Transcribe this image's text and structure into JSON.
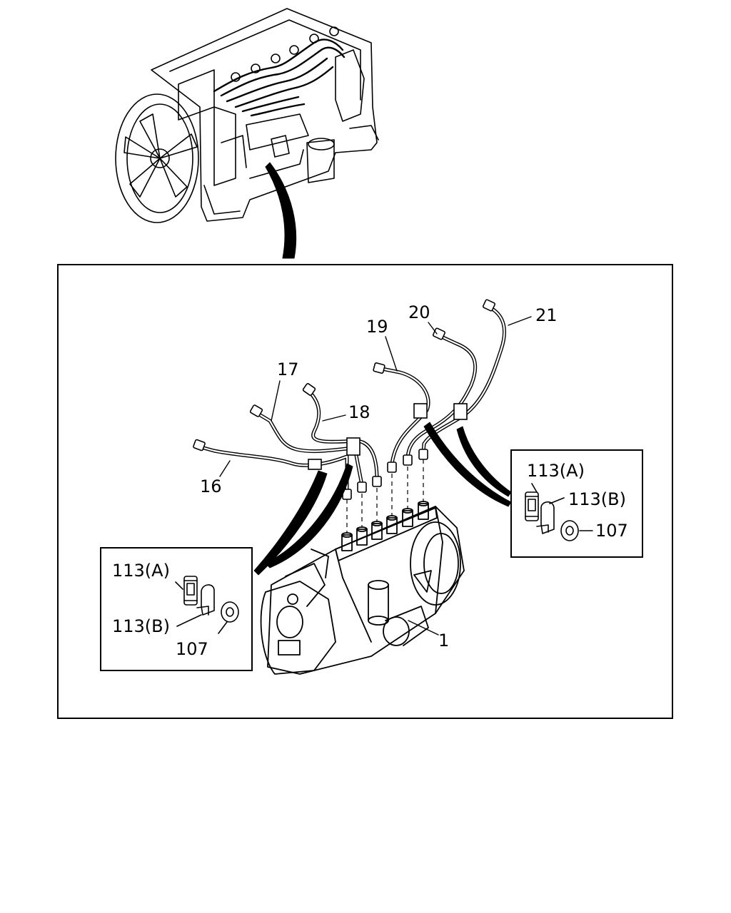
{
  "colors": {
    "line": "#000000",
    "background": "#ffffff"
  },
  "callouts": {
    "c1": "1",
    "c16": "16",
    "c17": "17",
    "c18": "18",
    "c19": "19",
    "c20": "20",
    "c21": "21"
  },
  "inset_right": {
    "part_a": "113(A)",
    "part_b": "113(B)",
    "part_nut": "107"
  },
  "inset_left": {
    "part_a": "113(A)",
    "part_b": "113(B)",
    "part_nut": "107"
  }
}
